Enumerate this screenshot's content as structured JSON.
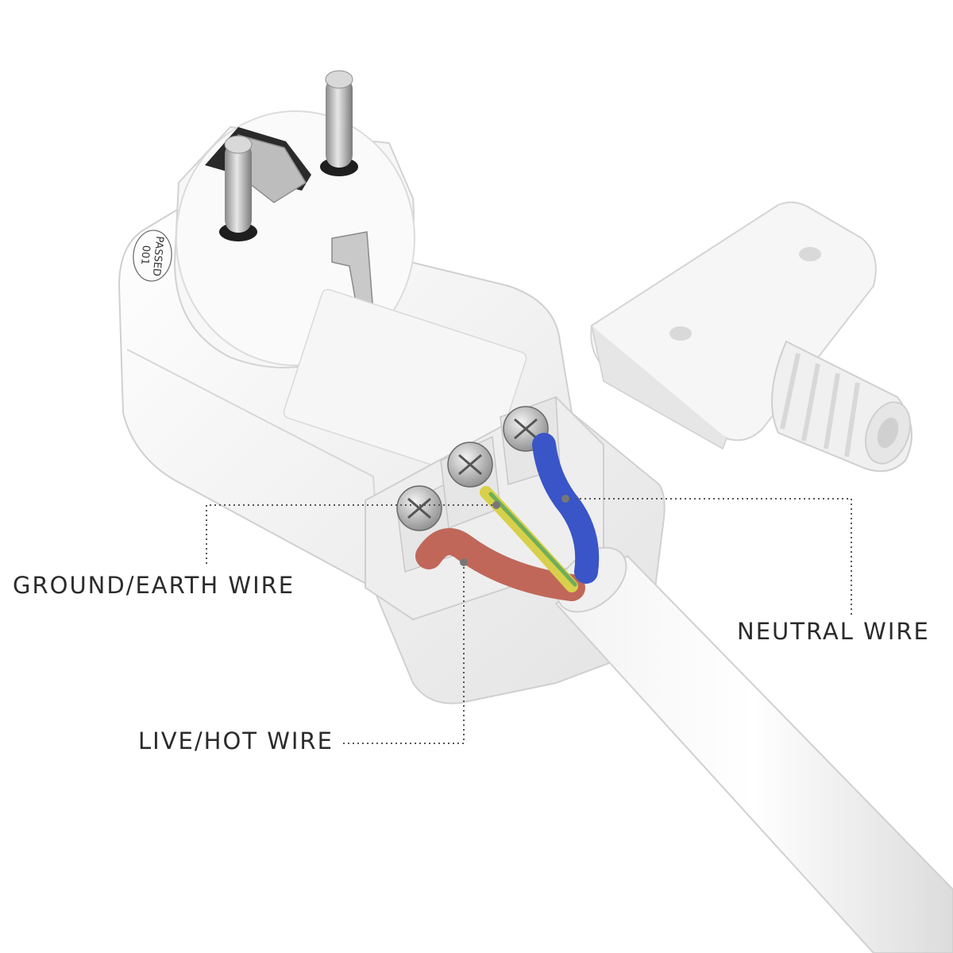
{
  "labels": {
    "ground": "GROUND/EARTH WIRE",
    "neutral": "NEUTRAL WIRE",
    "live": "LIVE/HOT WIRE"
  },
  "stamp": {
    "line1": "PASSED",
    "line2": "001"
  },
  "colors": {
    "background": "#ffffff",
    "housing": "#f2f2f2",
    "live_wire": "#c0675a",
    "neutral_wire": "#3a55c8",
    "earth_wire_yellow": "#d8d04a",
    "earth_wire_green": "#6fae5a",
    "label_text": "#2b2b2b",
    "leader_line": "#555555"
  }
}
